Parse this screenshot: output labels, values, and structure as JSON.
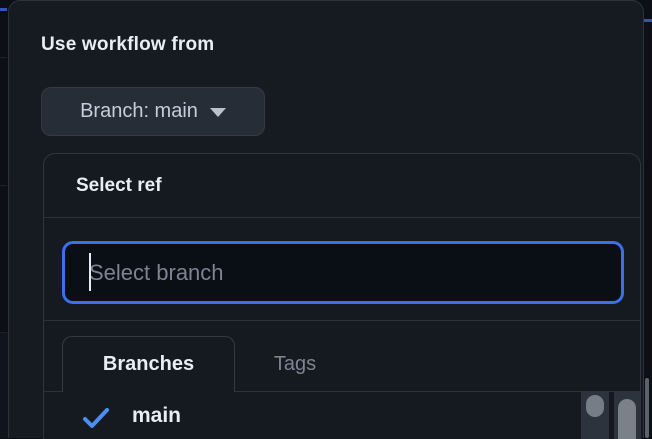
{
  "colors": {
    "accent_blue": "#3D6FE8",
    "check_blue": "#4C8DF3"
  },
  "dialog": {
    "heading": "Use workflow from",
    "branch_selector": {
      "label": "Branch: main",
      "caret_icon": "chevron-down"
    },
    "ref_picker": {
      "title": "Select ref",
      "search": {
        "placeholder": "Select branch",
        "value": ""
      },
      "tabs": [
        {
          "label": "Branches",
          "active": true
        },
        {
          "label": "Tags",
          "active": false
        }
      ],
      "items": [
        {
          "label": "main",
          "selected": true,
          "icon": "check"
        }
      ]
    }
  }
}
